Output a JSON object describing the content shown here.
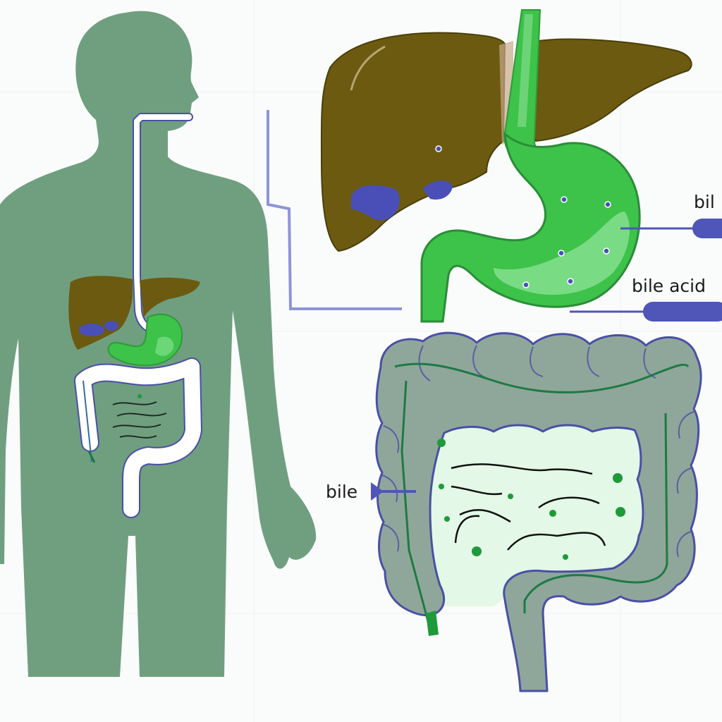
{
  "labels": {
    "stomach_bile_label": "bil",
    "bile_acid_label": "bile acid",
    "colon_bile_label": "bile"
  },
  "colors": {
    "background": "#fafcfb",
    "body_silhouette": "#6f9f7f",
    "liver": "#6b5a10",
    "stomach": "#3dc24a",
    "gallbladder": "#4a4fb8",
    "colon_wall": "#8fa79a",
    "colon_outline": "#4a4fa6",
    "colon_interior": "#e3f8e6",
    "tract_line": "#1e7a45",
    "pointer": "#5055b8"
  }
}
